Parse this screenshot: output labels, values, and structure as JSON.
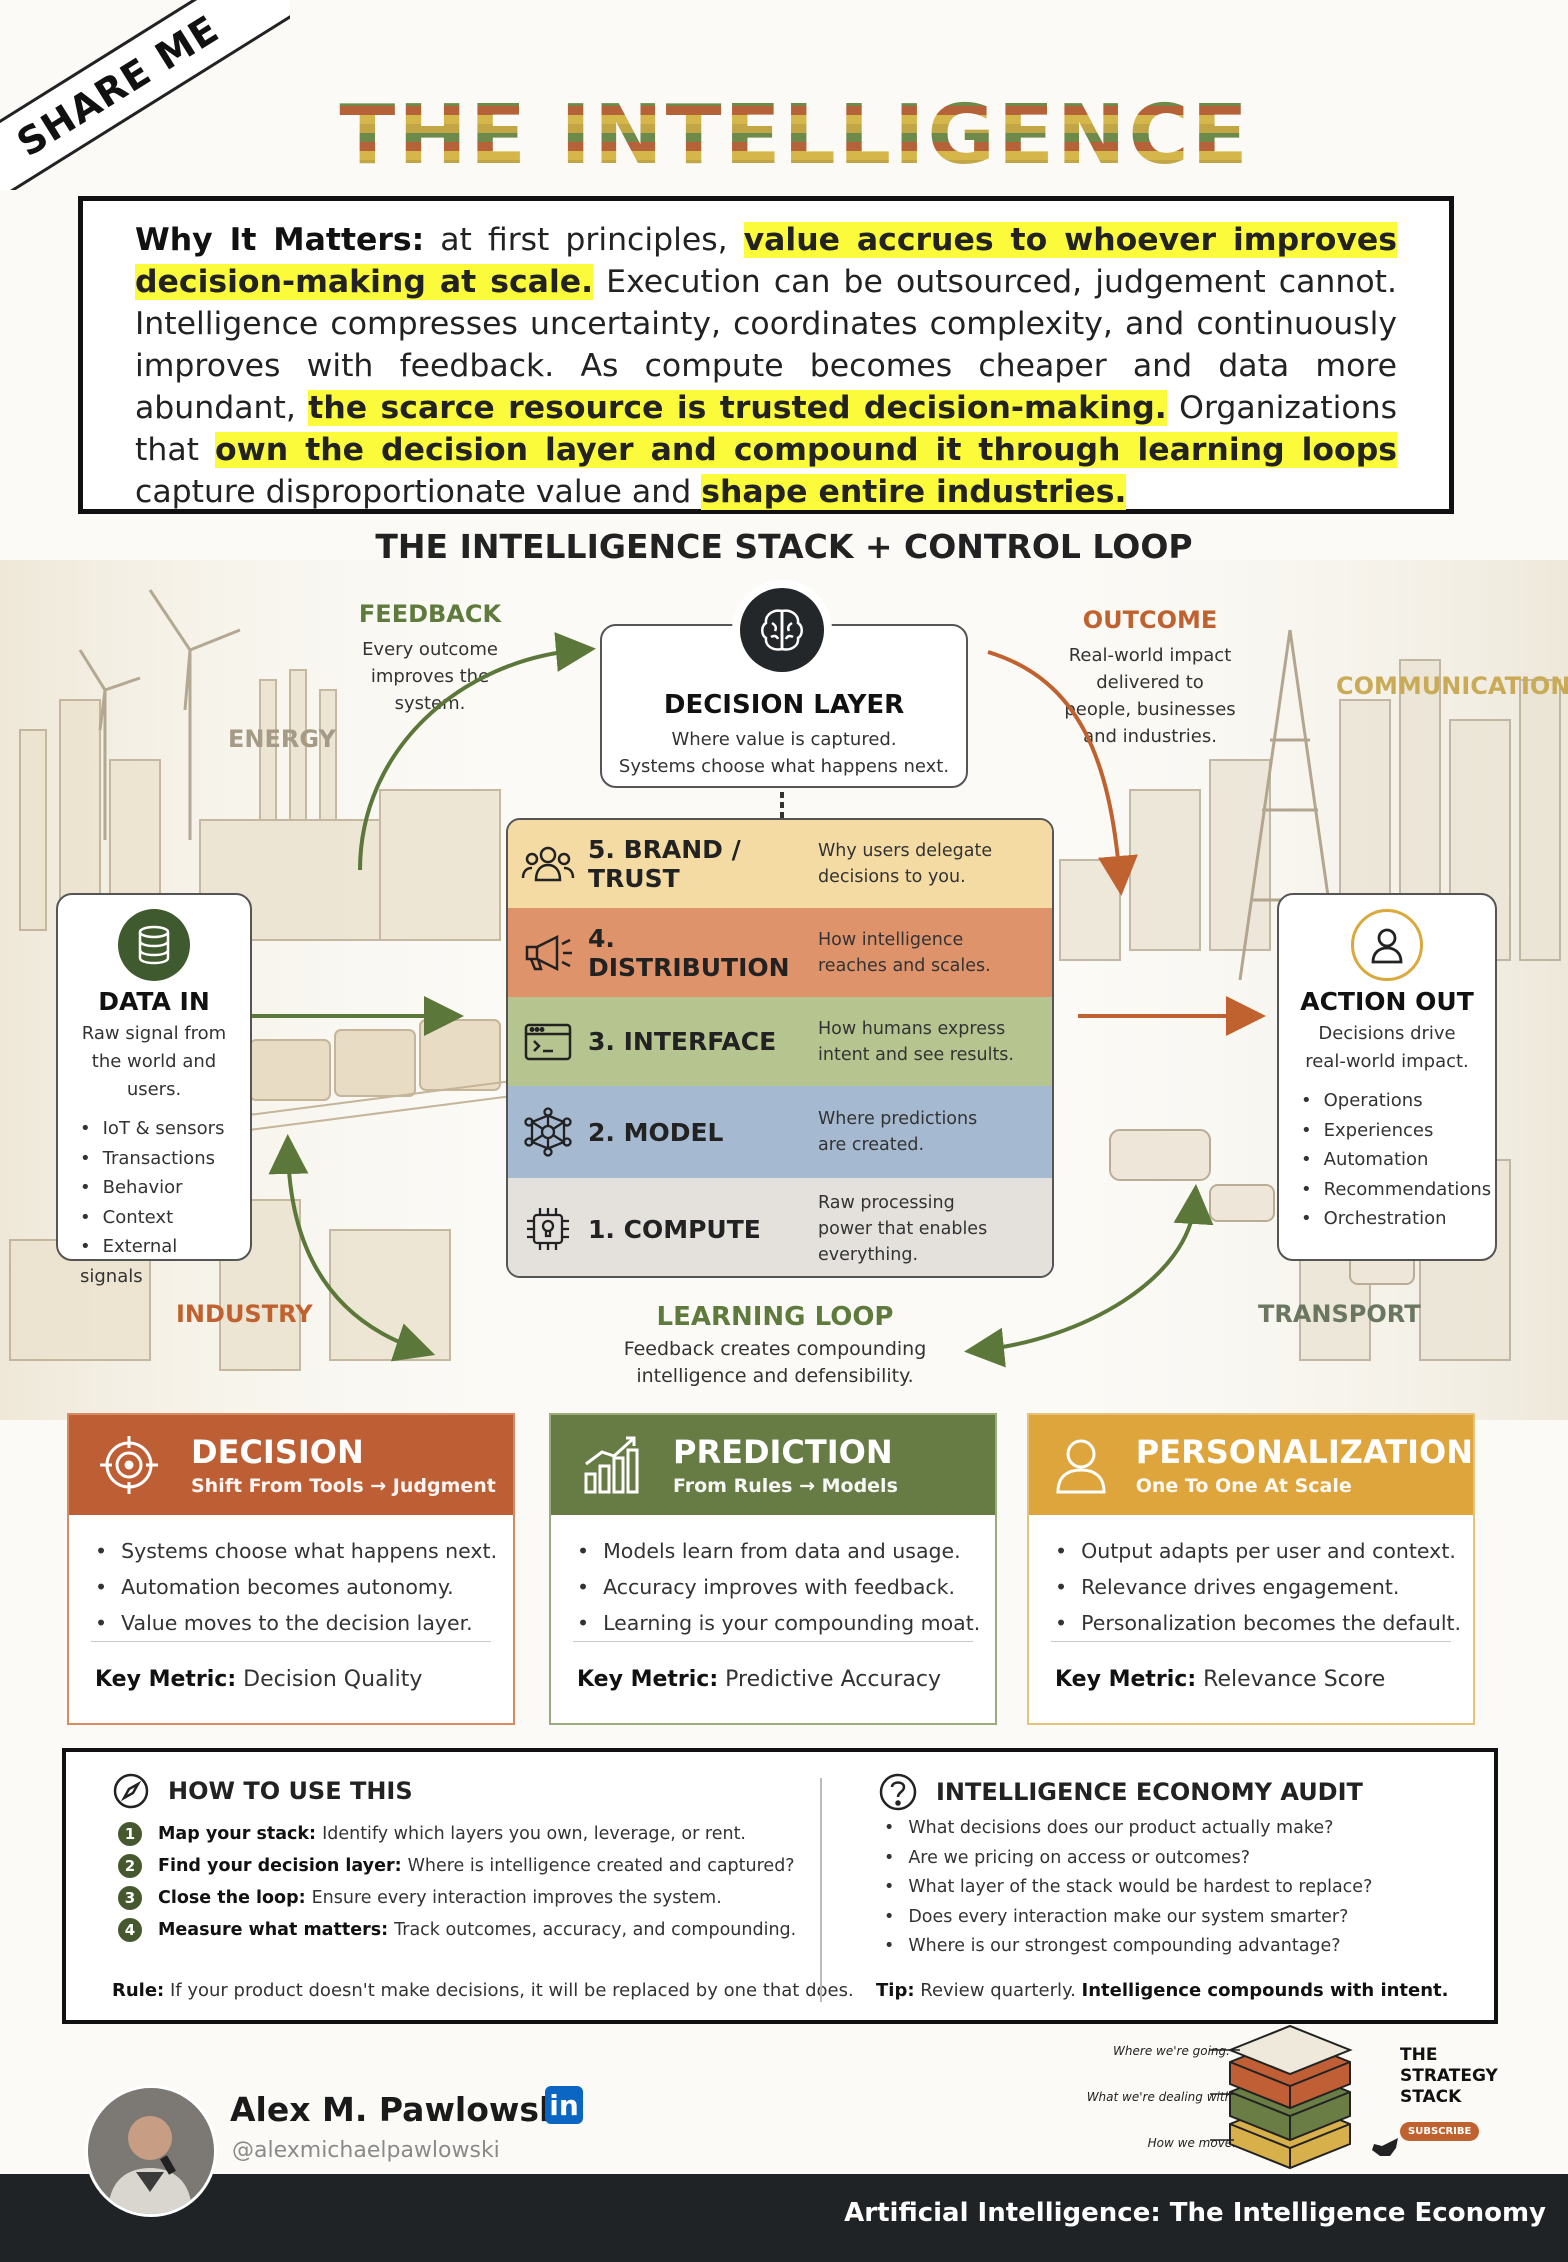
{
  "share": "SHARE ME",
  "title": "THE INTELLIGENCE ECONOMY",
  "why": {
    "label": "Why It Matters:",
    "t1": " at first principles, ",
    "h1": "value accrues to whoever improves decision-making at scale.",
    "t2": " Execution can be outsourced, judgement cannot. Intelligence compresses uncertainty, coordinates complexity, and continuously improves with feedback. As compute becomes cheaper and data more abundant, ",
    "h2": "the scarce resource is trusted decision-making.",
    "t3": " Organizations that ",
    "h3": "own the decision layer and compound  it through learning loops",
    "t4": " capture disproportionate value and ",
    "h4": "shape entire industries."
  },
  "stack_title": "THE INTELLIGENCE STACK + CONTROL LOOP",
  "sectors": {
    "energy": "ENERGY",
    "communication": "COMMUNICATION",
    "industry": "INDUSTRY",
    "transport": "TRANSPORT"
  },
  "feedback": {
    "title": "FEEDBACK",
    "l1": "Every outcome",
    "l2": "improves the",
    "l3": "system."
  },
  "outcome": {
    "title": "OUTCOME",
    "l1": "Real-world impact",
    "l2": "delivered to",
    "l3": "people, businesses",
    "l4": "and industries."
  },
  "decision_layer": {
    "title": "DECISION LAYER",
    "l1": "Where value is captured.",
    "l2": "Systems choose what happens next."
  },
  "data_in": {
    "title": "DATA IN",
    "l1": "Raw signal from",
    "l2": "the world and users.",
    "items": [
      "IoT & sensors",
      "Transactions",
      "Behavior",
      "Context",
      "External signals"
    ]
  },
  "action_out": {
    "title": "ACTION OUT",
    "l1": "Decisions drive",
    "l2": "real-world impact.",
    "items": [
      "Operations",
      "Experiences",
      "Automation",
      "Recommendations",
      "Orchestration"
    ]
  },
  "layers": [
    {
      "name": "5. BRAND / TRUST",
      "d1": "Why users delegate",
      "d2": "decisions to you.",
      "d3": "",
      "color": "#f3dba3",
      "icon": "people-icon"
    },
    {
      "name": "4. DISTRIBUTION",
      "d1": "How intelligence",
      "d2": "reaches and scales.",
      "d3": "",
      "color": "#df936b",
      "icon": "megaphone-icon"
    },
    {
      "name": "3. INTERFACE",
      "d1": "How humans express",
      "d2": "intent and see results.",
      "d3": "",
      "color": "#b6c48f",
      "icon": "browser-window-icon"
    },
    {
      "name": "2. MODEL",
      "d1": "Where predictions",
      "d2": "are created.",
      "d3": "",
      "color": "#a5bad0",
      "icon": "network-icon"
    },
    {
      "name": "1. COMPUTE",
      "d1": "Raw processing",
      "d2": "power that enables",
      "d3": "everything.",
      "color": "#e4e1dd",
      "icon": "chip-icon"
    }
  ],
  "learning_loop": {
    "title": "LEARNING LOOP",
    "l1": "Feedback creates compounding",
    "l2": "intelligence and defensibility."
  },
  "pillars": [
    {
      "title": "DECISION",
      "sub": "Shift From Tools → Judgment",
      "color": "#bd5e35",
      "items": [
        "Systems choose what happens next.",
        "Automation becomes autonomy.",
        "Value moves to the decision layer."
      ],
      "km_label": "Key Metric:",
      "km": " Decision Quality"
    },
    {
      "title": "PREDICTION",
      "sub": "From Rules → Models",
      "color": "#677c44",
      "items": [
        "Models learn from data and usage.",
        "Accuracy improves with feedback.",
        "Learning is your compounding moat."
      ],
      "km_label": "Key Metric:",
      "km": " Predictive Accuracy"
    },
    {
      "title": "PERSONALIZATION",
      "sub": "One To One At Scale",
      "color": "#dda53c",
      "items": [
        "Output adapts per user and context.",
        "Relevance drives engagement.",
        "Personalization becomes the default."
      ],
      "km_label": "Key Metric:",
      "km": " Relevance Score"
    }
  ],
  "how": {
    "title": "HOW TO USE THIS",
    "steps": [
      {
        "n": "1",
        "b": "Map your stack:",
        "t": "Identify which layers you own, leverage, or rent."
      },
      {
        "n": "2",
        "b": "Find your decision layer:",
        "t": "Where is intelligence created and captured?"
      },
      {
        "n": "3",
        "b": "Close the loop:",
        "t": "Ensure every interaction improves the system."
      },
      {
        "n": "4",
        "b": "Measure what matters:",
        "t": "Track outcomes, accuracy, and compounding."
      }
    ],
    "rule_label": "Rule:",
    "rule": " If your product doesn't make decisions, it will be replaced by one that does."
  },
  "audit": {
    "title": "INTELLIGENCE ECONOMY AUDIT",
    "items": [
      "What decisions does our product actually make?",
      "Are we pricing on access or outcomes?",
      "What layer of the stack would be hardest to replace?",
      "Does every interaction make our system smarter?",
      "Where is our strongest compounding advantage?"
    ],
    "tip_label": "Tip:",
    "tip": " Review quarterly. ",
    "tip_bold": "Intelligence compounds with intent."
  },
  "author": {
    "name": "Alex M. Pawlowski",
    "linkedin": "in",
    "handle": "@alexmichaelpawlowski"
  },
  "strategy": {
    "going": "Where we're going.",
    "dealing": "What we're dealing with.",
    "move": "How we move.",
    "brand1": "THE",
    "brand2": "STRATEGY",
    "brand3": "STACK",
    "subscribe": "SUBSCRIBE"
  },
  "footer": "Artificial Intelligence: The Intelligence Economy",
  "colors": {
    "green": "#5e7a3c",
    "orange": "#c0622f",
    "gold": "#d9a93c",
    "highlight": "#fbfb3c"
  }
}
